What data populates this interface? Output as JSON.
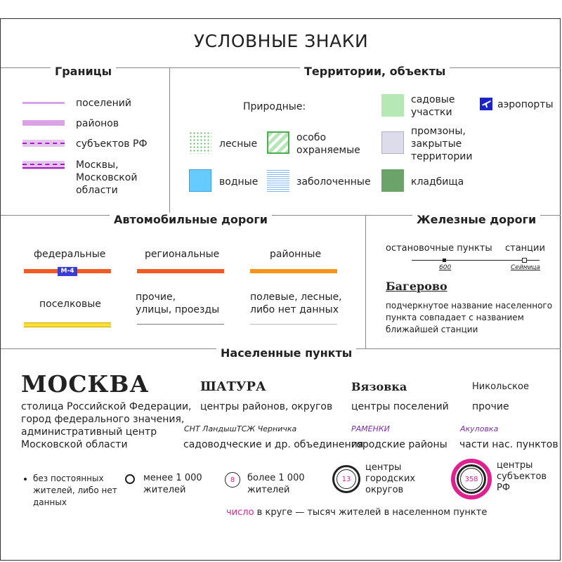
{
  "title": "УСЛОВНЫЕ ЗНАКИ",
  "borders": {
    "heading": "Границы",
    "items": [
      "поселений",
      "районов",
      "субъектов РФ",
      "Москвы,\nМосковской\nобласти"
    ]
  },
  "territories": {
    "heading": "Территории, объекты",
    "natural_label": "Природные:",
    "forest": "лесные",
    "protected": "особо\nохраняемые",
    "water": "водные",
    "swamp": "заболоченные",
    "gardens": "садовые\nучастки",
    "industrial": "промзоны,\nзакрытые\nтерритории",
    "cemetery": "кладбища",
    "airport": "аэропорты"
  },
  "roads": {
    "heading": "Автомобильные дороги",
    "federal": "федеральные",
    "federal_badge": "М-4",
    "regional": "региональные",
    "district": "районные",
    "village": "поселковые",
    "other": "прочие,\nулицы, проезды",
    "field": "полевые, лесные,\nлибо нет данных"
  },
  "rail": {
    "heading": "Железные дороги",
    "stops": "остановочные пункты",
    "stations": "станции",
    "stop_example": "600",
    "station_example": "Сеймица",
    "underlined_name": "Багерово",
    "underlined_desc": "подчеркнутое название населенного\nпункта совпадает с названием\nближайшей станции"
  },
  "settlements": {
    "heading": "Населенные пункты",
    "moscow": "МОСКВА",
    "moscow_desc": "столица Российской Федерации,\nгород федерального значения,\nадминистративный центр\nМосковской области",
    "shatura": "ШАТУРА",
    "shatura_desc": "центры районов, округов",
    "vyazovka": "Вязовка",
    "vyazovka_desc": "центры поселений",
    "nikolskoe": "Никольское",
    "nikolskoe_desc": "прочие",
    "snt1": "СНТ Ландыш",
    "snt2": "ТСЖ Черничка",
    "snt_desc": "садоводческие и др. объединения",
    "ramenki": "РАМЕНКИ",
    "ramenki_desc": "городские районы",
    "akulovka": "Акуловка",
    "akulovka_desc": "части нас. пунктов",
    "pop_none": "без постоянных\nжителей, либо нет\nданных",
    "pop_small": "менее 1 000\nжителей",
    "pop_big_num": "8",
    "pop_big": "более 1 000\nжителей",
    "city_district_num": "13",
    "city_district": "центры\nгородских\nокругов",
    "subject_num": "358",
    "subject": "центры\nсубъектов\nРФ",
    "note_word": "число",
    "note_rest": " в круге — тысяч жителей в населенном пункте"
  },
  "colors": {
    "border_pink": "#d9a3e6",
    "border_purple": "#a020c0",
    "magenta": "#e0208f",
    "federal_road": "#f15a24",
    "district_road": "#f7941d",
    "village_yellow": "#ffe033",
    "badge_blue": "#3b3bd6",
    "water": "#66ccff",
    "gardens": "#b6e8b6",
    "industrial": "#dcdcea",
    "cemetery": "#6ba36b",
    "airport": "#1a24c8"
  }
}
